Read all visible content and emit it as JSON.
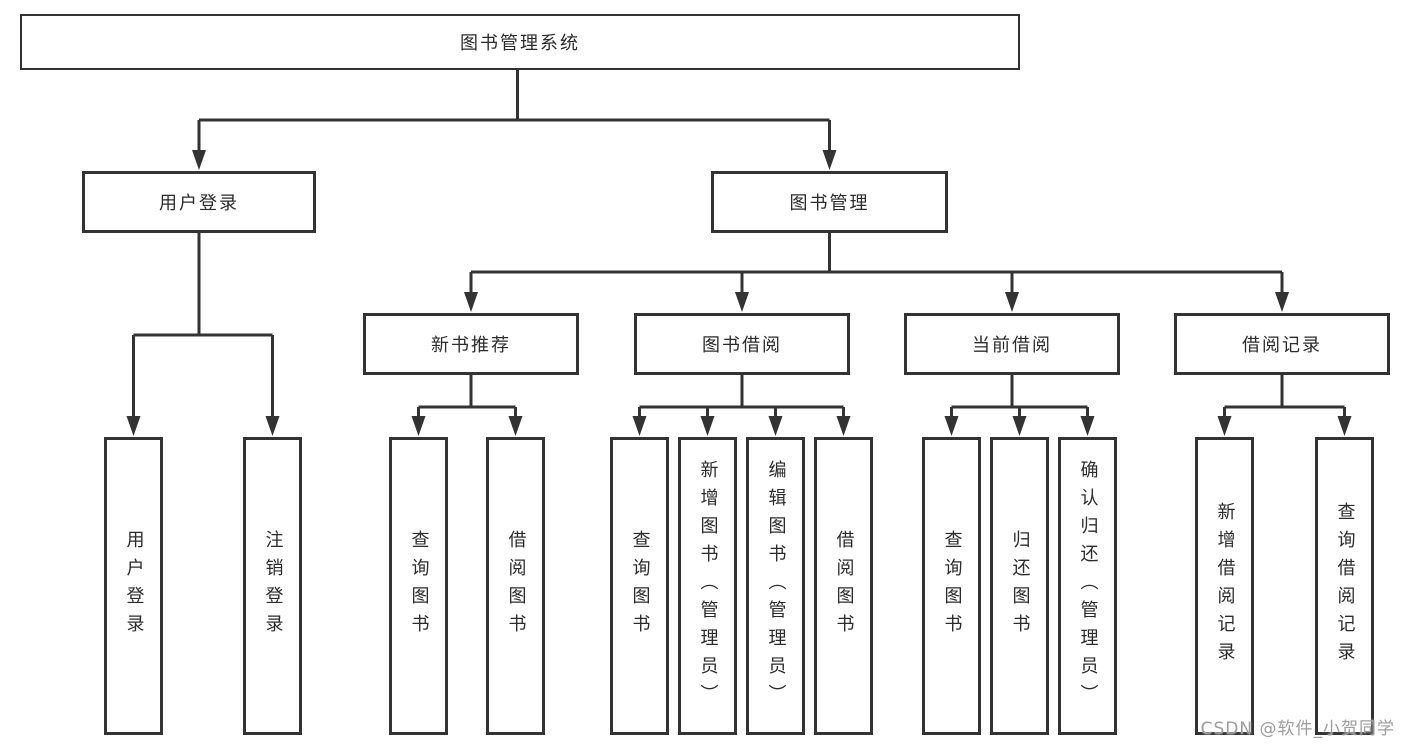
{
  "tree": {
    "label": "图书管理系统",
    "children": [
      {
        "label": "用户登录",
        "children": [
          {
            "label": "用户登录"
          },
          {
            "label": "注销登录"
          }
        ]
      },
      {
        "label": "图书管理",
        "children": [
          {
            "label": "新书推荐",
            "children": [
              {
                "label": "查询图书"
              },
              {
                "label": "借阅图书"
              }
            ]
          },
          {
            "label": "图书借阅",
            "children": [
              {
                "label": "查询图书"
              },
              {
                "label": "新增图书（管理员）"
              },
              {
                "label": "编辑图书（管理员）"
              },
              {
                "label": "借阅图书"
              }
            ]
          },
          {
            "label": "当前借阅",
            "children": [
              {
                "label": "查询图书"
              },
              {
                "label": "归还图书"
              },
              {
                "label": "确认归还（管理员）"
              }
            ]
          },
          {
            "label": "借阅记录",
            "children": [
              {
                "label": "新增借阅记录"
              },
              {
                "label": "查询借阅记录"
              }
            ]
          }
        ]
      }
    ]
  },
  "watermark": {
    "text": "CSDN @软件_小贺同学"
  },
  "colors": {
    "line": "#333333",
    "text": "#2b2b2b",
    "background": "#ffffff",
    "watermark": "#9c9c9c"
  }
}
